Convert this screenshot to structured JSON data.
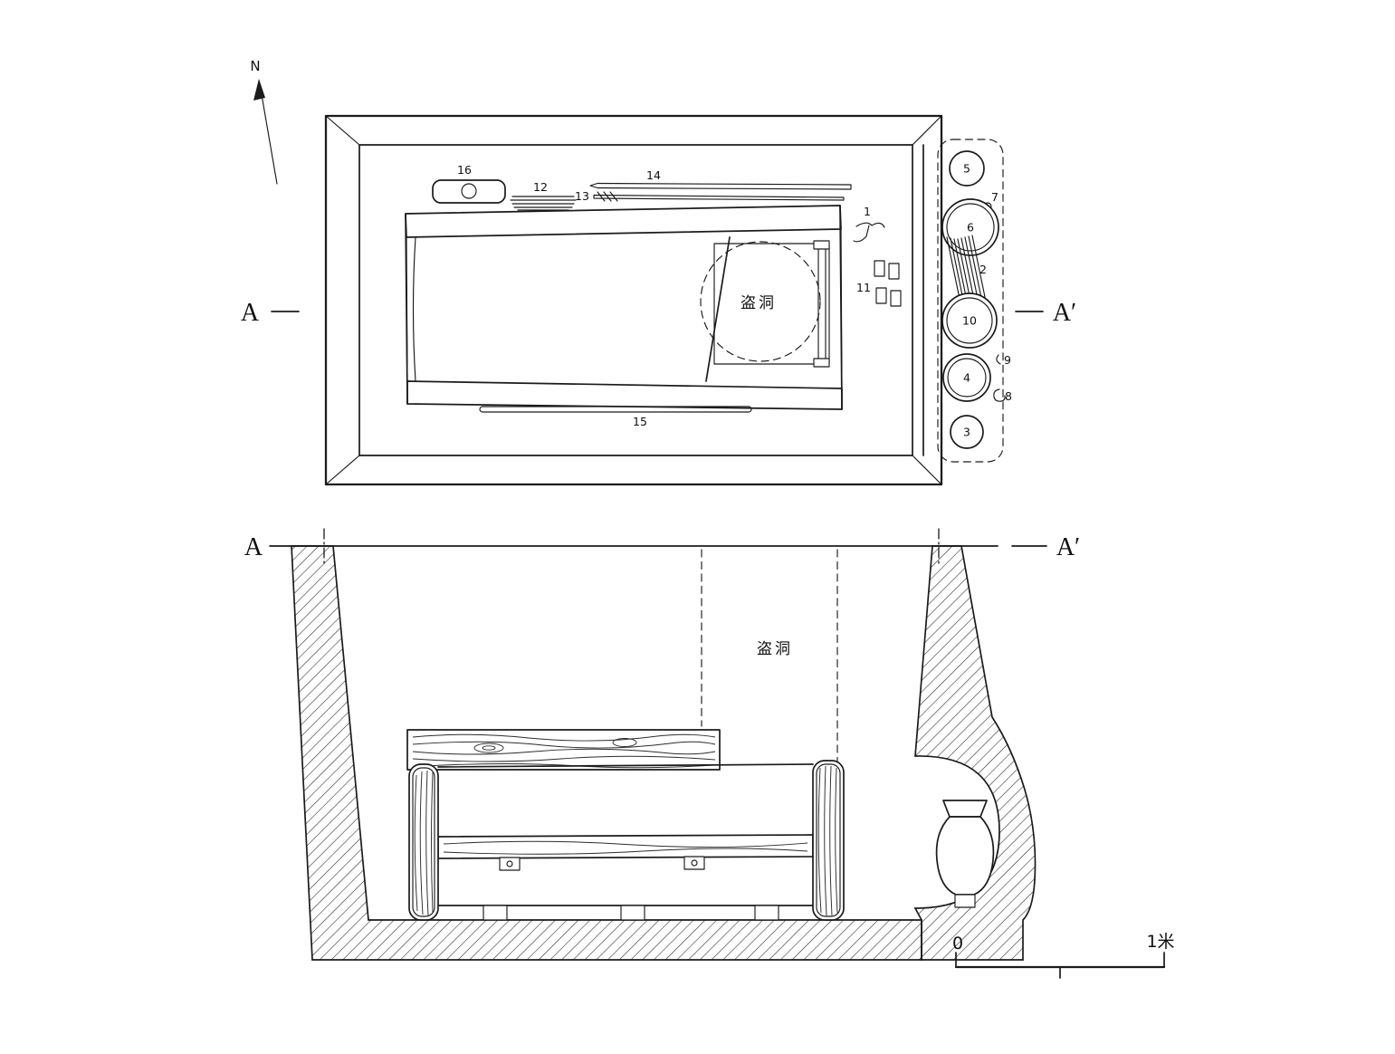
{
  "colors": {
    "ink": "#1b1b1b",
    "background": "#ffffff"
  },
  "compass": {
    "north": "N"
  },
  "plan": {
    "marker_left": "A",
    "marker_right": "A′",
    "robber_hole": "盗洞",
    "artifacts": {
      "n16": "16",
      "n12": "12",
      "n13": "13",
      "n14": "14",
      "n1": "1",
      "n11": "11",
      "n15": "15"
    },
    "vessels": [
      {
        "label": "5"
      },
      {
        "label": "6"
      },
      {
        "label": "10"
      },
      {
        "label": "4"
      },
      {
        "label": "3"
      }
    ],
    "niche_items": {
      "n7": "7",
      "n2": "2",
      "n9": "9",
      "n8": "8"
    }
  },
  "section": {
    "marker_left": "A",
    "marker_right": "A′",
    "robber_hole": "盗洞",
    "scale": {
      "zero": "0",
      "one": "1米"
    }
  }
}
